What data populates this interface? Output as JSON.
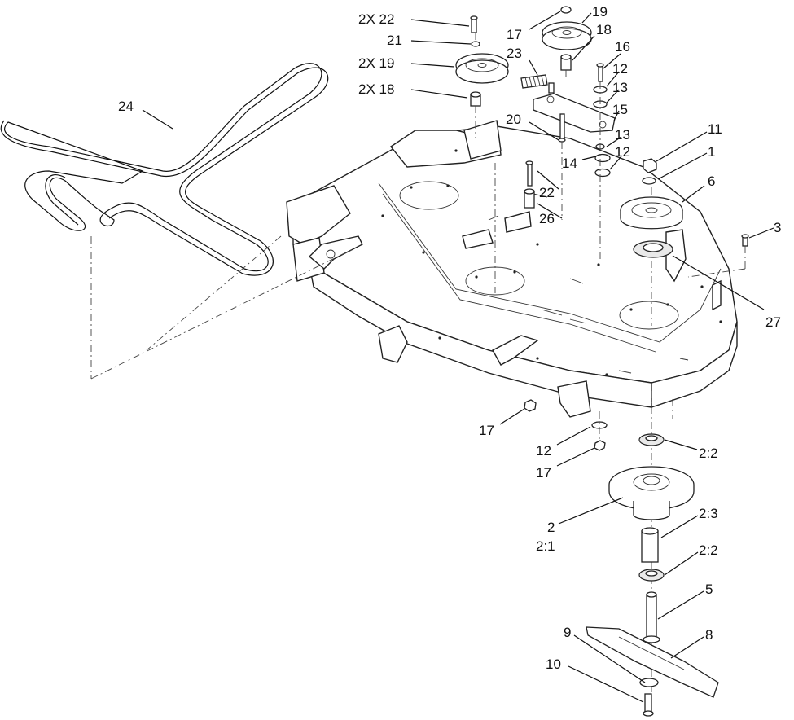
{
  "callouts": [
    {
      "id": "c-2x22",
      "text": "2X 22"
    },
    {
      "id": "c-21",
      "text": "21"
    },
    {
      "id": "c-2x19",
      "text": "2X 19"
    },
    {
      "id": "c-2x18",
      "text": "2X 18"
    },
    {
      "id": "c-24",
      "text": "24"
    },
    {
      "id": "c-17a",
      "text": "17"
    },
    {
      "id": "c-19",
      "text": "19"
    },
    {
      "id": "c-18",
      "text": "18"
    },
    {
      "id": "c-23",
      "text": "23"
    },
    {
      "id": "c-16",
      "text": "16"
    },
    {
      "id": "c-12a",
      "text": "12"
    },
    {
      "id": "c-13a",
      "text": "13"
    },
    {
      "id": "c-15",
      "text": "15"
    },
    {
      "id": "c-20",
      "text": "20"
    },
    {
      "id": "c-13b",
      "text": "13"
    },
    {
      "id": "c-14",
      "text": "14"
    },
    {
      "id": "c-12b",
      "text": "12"
    },
    {
      "id": "c-11",
      "text": "11"
    },
    {
      "id": "c-1",
      "text": "1"
    },
    {
      "id": "c-22",
      "text": "22"
    },
    {
      "id": "c-6",
      "text": "6"
    },
    {
      "id": "c-26",
      "text": "26"
    },
    {
      "id": "c-3",
      "text": "3"
    },
    {
      "id": "c-27",
      "text": "27"
    },
    {
      "id": "c-17b",
      "text": "17"
    },
    {
      "id": "c-12c",
      "text": "12"
    },
    {
      "id": "c-17c",
      "text": "17"
    },
    {
      "id": "c-2-2a",
      "text": "2:2"
    },
    {
      "id": "c-2",
      "text": "2"
    },
    {
      "id": "c-2-1",
      "text": "2:1"
    },
    {
      "id": "c-2-3",
      "text": "2:3"
    },
    {
      "id": "c-2-2b",
      "text": "2:2"
    },
    {
      "id": "c-5",
      "text": "5"
    },
    {
      "id": "c-9",
      "text": "9"
    },
    {
      "id": "c-8",
      "text": "8"
    },
    {
      "id": "c-10",
      "text": "10"
    }
  ]
}
